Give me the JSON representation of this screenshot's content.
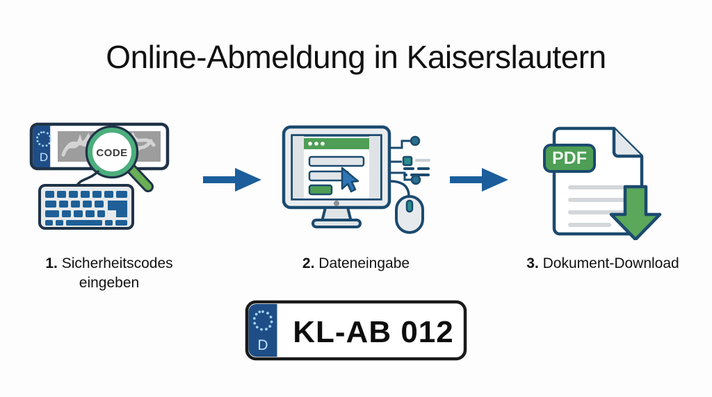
{
  "page": {
    "title": "Online-Abmeldung in Kaiserslautern",
    "background_color": "#fdfdfd",
    "text_color": "#111111"
  },
  "palette": {
    "arrow_blue": "#1b5e9b",
    "outline_navy": "#1b4a6e",
    "eu_band_blue": "#1f4e87",
    "eu_star_blue": "#9fd4f5",
    "green_primary": "#4e9e55",
    "green_ring": "#4cae7d",
    "green_handle": "#6aae56",
    "light_gray": "#e3e6e8",
    "mid_gray": "#9a9a9a",
    "scratch_gray": "#8e8e8e",
    "teal_accent": "#2b8c8c",
    "key_blue": "#1d5f96"
  },
  "steps": [
    {
      "index": "1.",
      "label": "Sicherheitscodes eingeben",
      "icon": "license-plate-magnifier-keyboard-icon",
      "plate": {
        "country_code": "D",
        "code_text": "CODE",
        "obscured": true
      }
    },
    {
      "index": "2.",
      "label": "Dateneingabe",
      "icon": "monitor-form-mouse-icon",
      "browser": {
        "dots": 3,
        "fields": 2,
        "submit_button": true,
        "cursor": "arrow-cursor"
      }
    },
    {
      "index": "3.",
      "label": "Dokument-Download",
      "icon": "pdf-download-icon",
      "document": {
        "badge": "PDF",
        "text_lines": 4,
        "download_arrow": true
      }
    }
  ],
  "arrows": [
    {
      "name": "arrow-step1-to-step2",
      "direction": "right"
    },
    {
      "name": "arrow-step2-to-step3",
      "direction": "right"
    }
  ],
  "result_plate": {
    "country_code": "D",
    "registration": "KL-AB 012"
  }
}
